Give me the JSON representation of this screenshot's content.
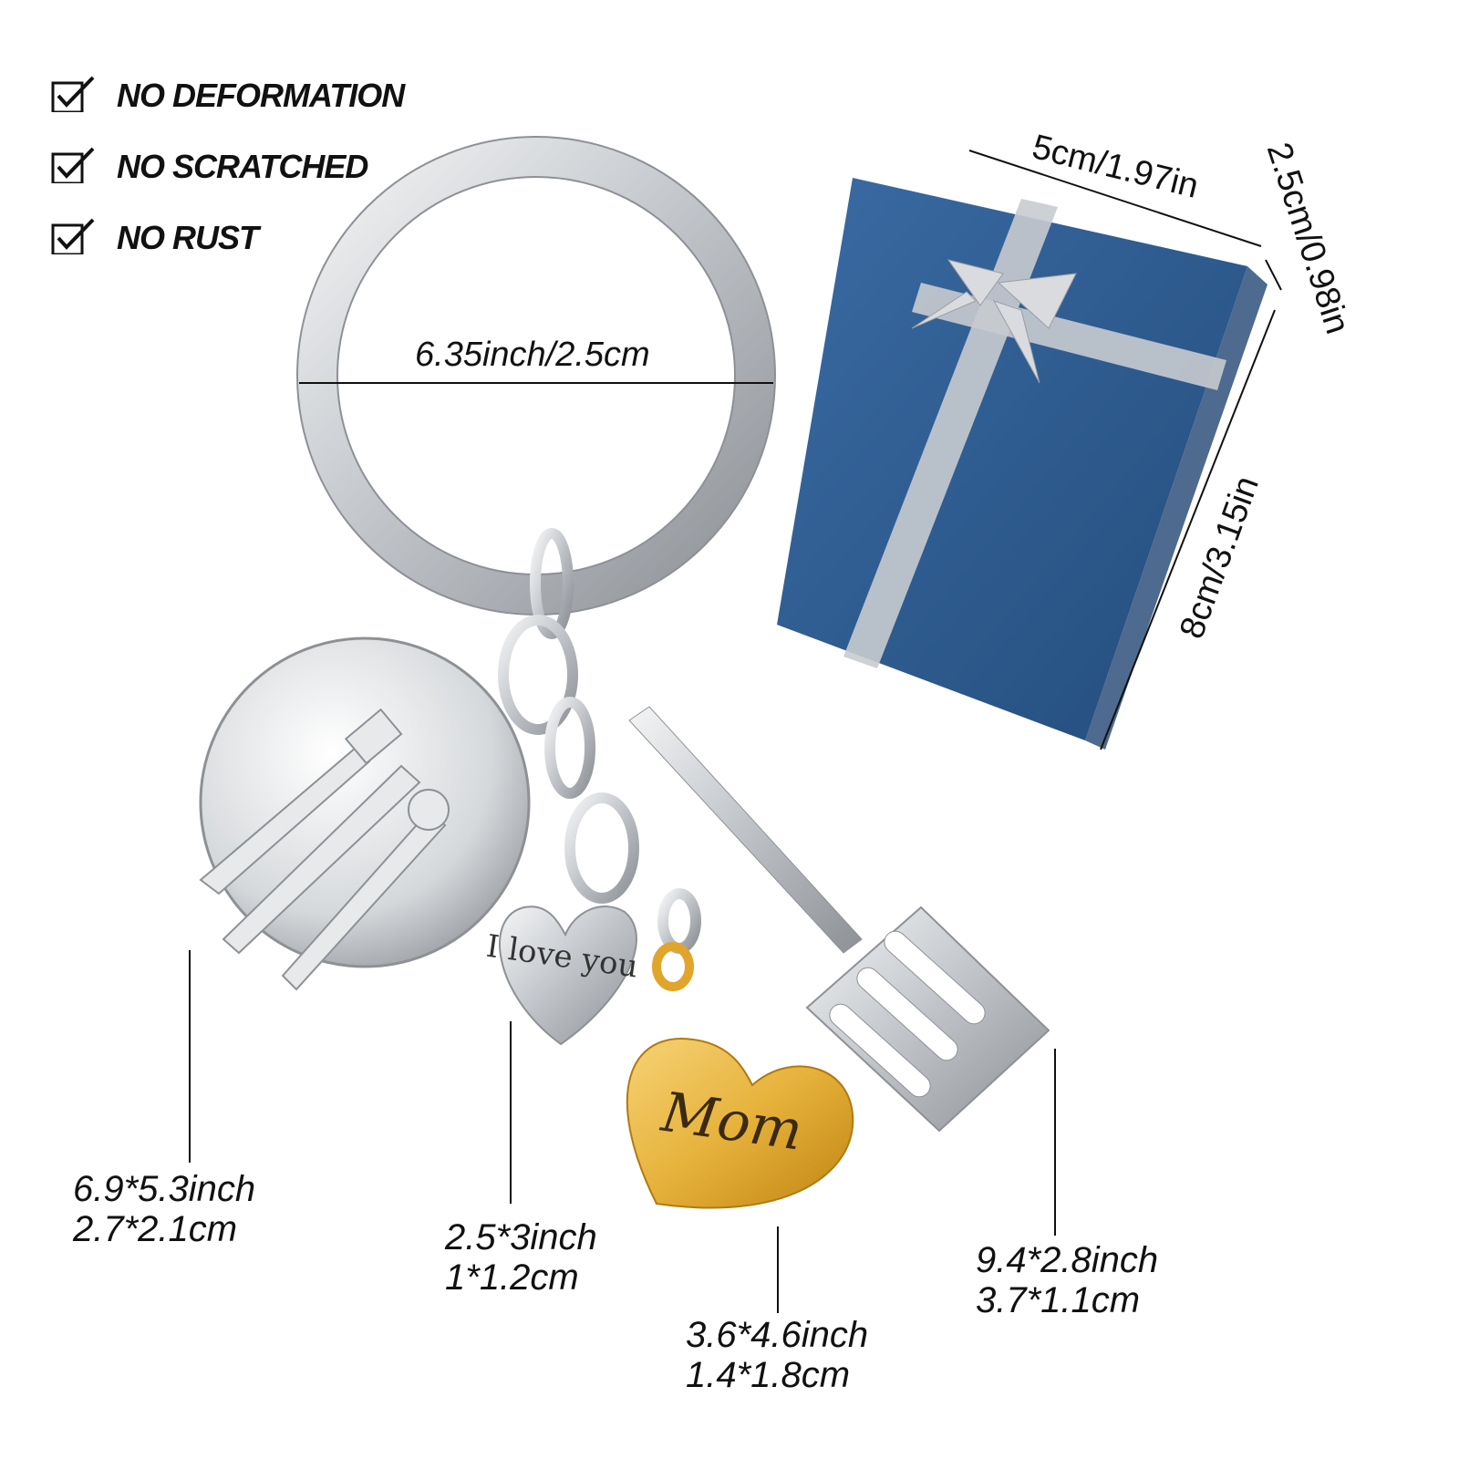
{
  "features": [
    {
      "label": "NO DEFORMATION",
      "icon": "checkbox-checked-icon"
    },
    {
      "label": "NO SCRATCHED",
      "icon": "checkbox-checked-icon"
    },
    {
      "label": "NO RUST",
      "icon": "checkbox-checked-icon"
    }
  ],
  "ring": {
    "label": "6.35inch/2.5cm"
  },
  "box": {
    "width": "5cm/1.97in",
    "depth": "2.5cm/0.98in",
    "height": "8cm/3.15in"
  },
  "charms": {
    "plate": {
      "line1": "6.9*5.3inch",
      "line2": "2.7*2.1cm"
    },
    "small_heart": {
      "line1": "2.5*3inch",
      "line2": "1*1.2cm",
      "engraving": "I love you"
    },
    "gold_heart": {
      "line1": "3.6*4.6inch",
      "line2": "1.4*1.8cm",
      "engraving": "Mom"
    },
    "spatula": {
      "line1": "9.4*2.8inch",
      "line2": "3.7*1.1cm"
    }
  },
  "colors": {
    "box_blue": "#2f5d91",
    "silver": "#c9ccd0",
    "gold": "#e0a52a"
  }
}
